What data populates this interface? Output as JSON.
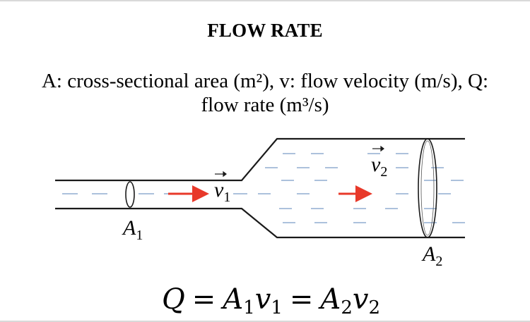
{
  "title": "FLOW RATE",
  "legend_line1": "A: cross-sectional area (m²), v: flow velocity (m/s), Q:",
  "legend_line2": "flow rate (m³/s)",
  "labels": {
    "area_1": {
      "letter": "A",
      "sub": "1"
    },
    "area_2": {
      "letter": "A",
      "sub": "2"
    },
    "velocity_1": {
      "letter": "v",
      "sub": "1"
    },
    "velocity_2": {
      "letter": "v",
      "sub": "2"
    }
  },
  "equation": {
    "lhs": "Q",
    "eq": "=",
    "t1": "A",
    "t1s": "1",
    "t2": "v",
    "t2s": "1",
    "t3": "A",
    "t3s": "2",
    "t4": "v",
    "t4s": "2"
  },
  "colors": {
    "pipe": "#1a1a1a",
    "fluid_dash": "#7a9cc6",
    "arrow": "#e8392a",
    "rule": "#d9d9d9"
  }
}
